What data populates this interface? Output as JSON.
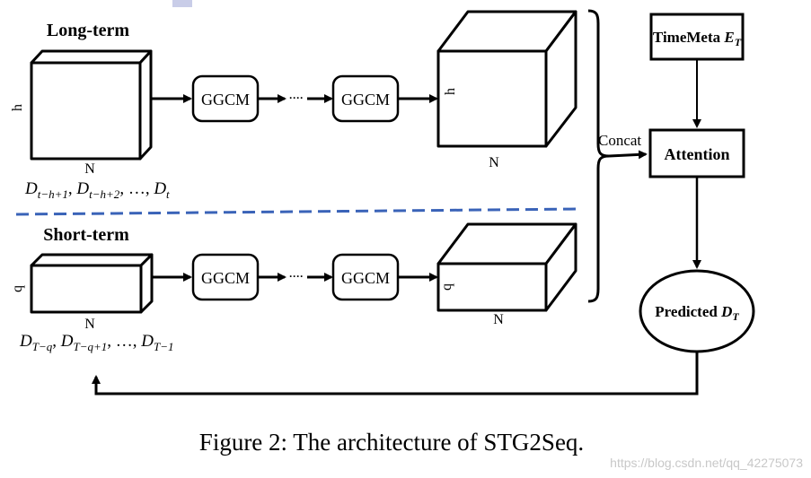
{
  "sections": {
    "long_term": {
      "title": "Long-term",
      "left_block_height_label": "h",
      "left_block_width_label": "N",
      "sequence_label": "D_{t-h+1}, D_{t-h+2}, …, D_t",
      "seq_parts": [
        {
          "base": "D",
          "sub": "t−h+1"
        },
        {
          "base": "D",
          "sub": "t−h+2"
        },
        {
          "base": "…",
          "sub": ""
        },
        {
          "base": "D",
          "sub": "t"
        }
      ],
      "module_1": "GGCM",
      "ellipsis": "····",
      "module_2": "GGCM",
      "output_height_label": "h",
      "output_width_label": "N"
    },
    "short_term": {
      "title": "Short-term",
      "left_block_height_label": "q",
      "left_block_width_label": "N",
      "sequence_label": "D_{T-q}, D_{T-q+1}, …, D_{T-1}",
      "seq_parts": [
        {
          "base": "D",
          "sub": "T−q"
        },
        {
          "base": "D",
          "sub": "T−q+1"
        },
        {
          "base": "…",
          "sub": ""
        },
        {
          "base": "D",
          "sub": "T−1"
        }
      ],
      "module_1": "GGCM",
      "ellipsis": "····",
      "module_2": "GGCM",
      "output_height_label": "q",
      "output_width_label": "N"
    }
  },
  "concat_label": "Concat",
  "timemeta": {
    "label": "TimeMeta",
    "symbol": "E",
    "sub": "T"
  },
  "attention_label": "Attention",
  "predicted": {
    "label": "Predicted",
    "symbol": "D",
    "sub": "T"
  },
  "caption": "Figure 2: The architecture of STG2Seq.",
  "watermark": "https://blog.csdn.net/qq_42275073",
  "colors": {
    "stroke": "#000000",
    "divider": "#3a63b8",
    "accent_square": "#c9cde8",
    "watermark": "#c8c8c8"
  }
}
